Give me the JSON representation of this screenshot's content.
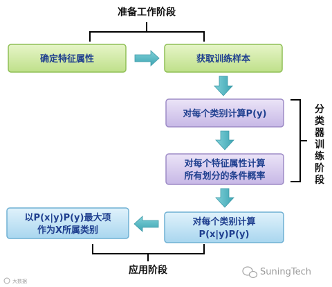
{
  "stages": {
    "prep": "准备工作阶段",
    "train_chars": [
      "分",
      "类",
      "器",
      "训",
      "练",
      "阶",
      "段"
    ],
    "apply": "应用阶段"
  },
  "boxes": {
    "determine_attrs": "确定特征属性",
    "get_samples": "获取训练样本",
    "calc_py": "对每个类别计算P(y)",
    "calc_cond_line1": "对每个特征属性计算",
    "calc_cond_line2": "所有划分的条件概率",
    "calc_post_line1": "对每个类别计算",
    "calc_post_line2": "P(x|y)P(y)",
    "result_line1": "以P(x|y)P(y)最大项",
    "result_line2": "作为X所属类别"
  },
  "watermarks": {
    "right": "SuningTech",
    "left": "大数据"
  },
  "colors": {
    "green_fill": "#cfeaa0",
    "green_stroke": "#8fbf56",
    "purple_fill": "#d8cdee",
    "purple_stroke": "#9d8bc6",
    "blue_fill": "#c2e2f4",
    "blue_stroke": "#6fb0d3",
    "arrow": "#56b7c3",
    "text_blue": "#1f3f8f",
    "bracket": "#000000"
  }
}
